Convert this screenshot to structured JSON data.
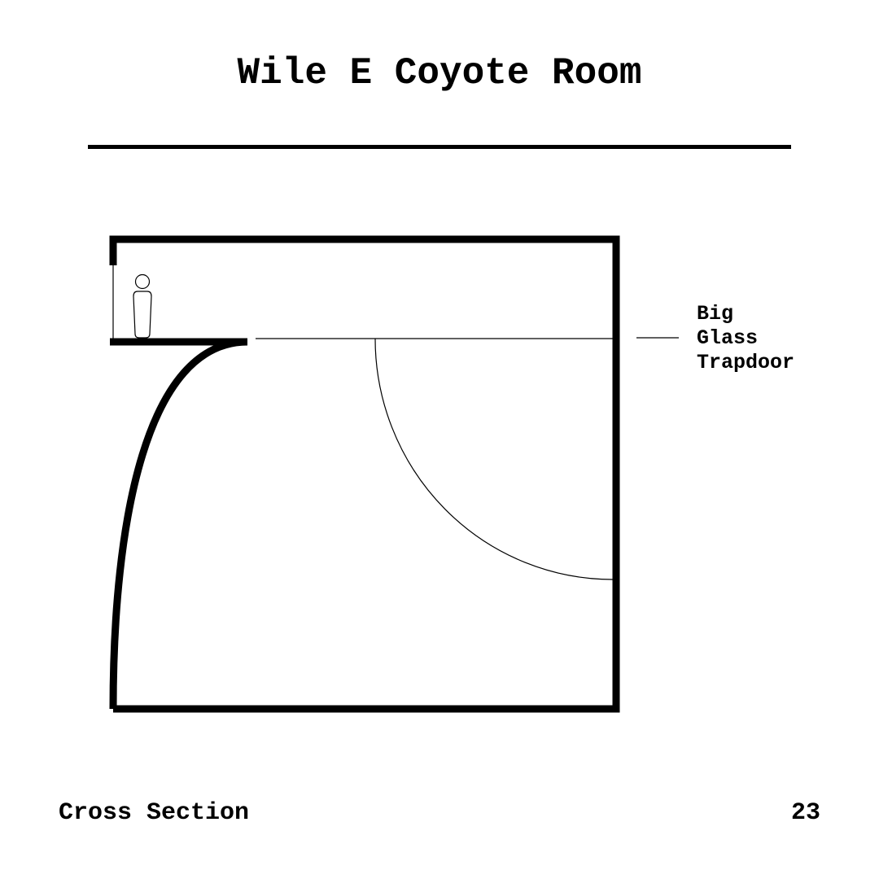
{
  "title": "Wile E Coyote Room",
  "callout": {
    "lines": [
      "Big",
      "Glass",
      "Trapdoor"
    ]
  },
  "footer": {
    "left": "Cross Section",
    "page_number": "23"
  }
}
